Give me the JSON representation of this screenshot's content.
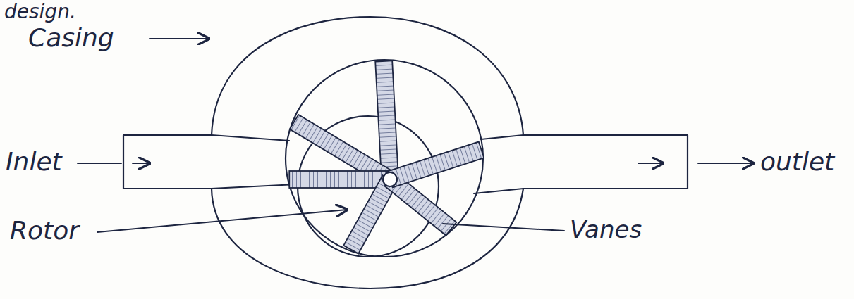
{
  "diagram": {
    "labels": [
      "design.",
      "Casing",
      "Inlet",
      "Rotor",
      "Vanes",
      "outlet"
    ]
  }
}
